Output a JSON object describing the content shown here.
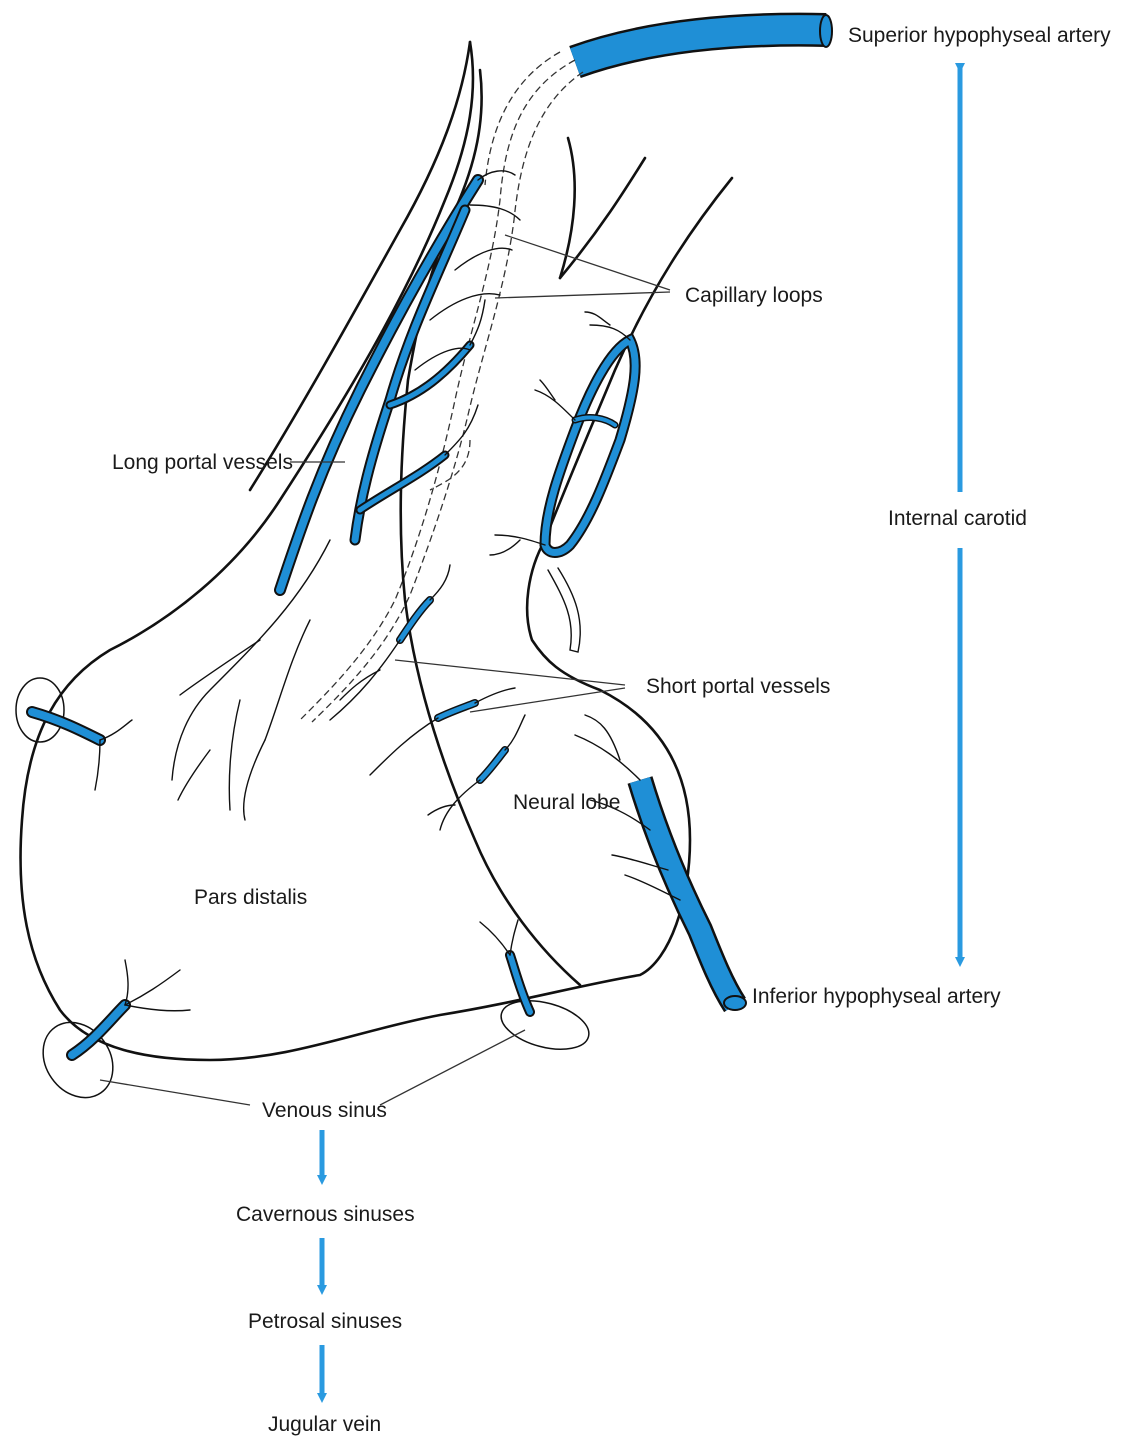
{
  "colors": {
    "vessel": "#1f8fd6",
    "arrow": "#2a9ae0",
    "line": "#111111"
  },
  "labels": {
    "superior_hypophyseal_artery": "Superior hypophyseal artery",
    "capillary_loops": "Capillary loops",
    "long_portal_vessels": "Long portal vessels",
    "internal_carotid": "Internal carotid",
    "short_portal_vessels": "Short portal vessels",
    "neural_lobe": "Neural lobe",
    "pars_distalis": "Pars distalis",
    "inferior_hypophyseal_artery": "Inferior hypophyseal artery",
    "venous_sinus": "Venous sinus",
    "cavernous_sinuses": "Cavernous sinuses",
    "petrosal_sinuses": "Petrosal sinuses",
    "jugular_vein": "Jugular vein"
  }
}
